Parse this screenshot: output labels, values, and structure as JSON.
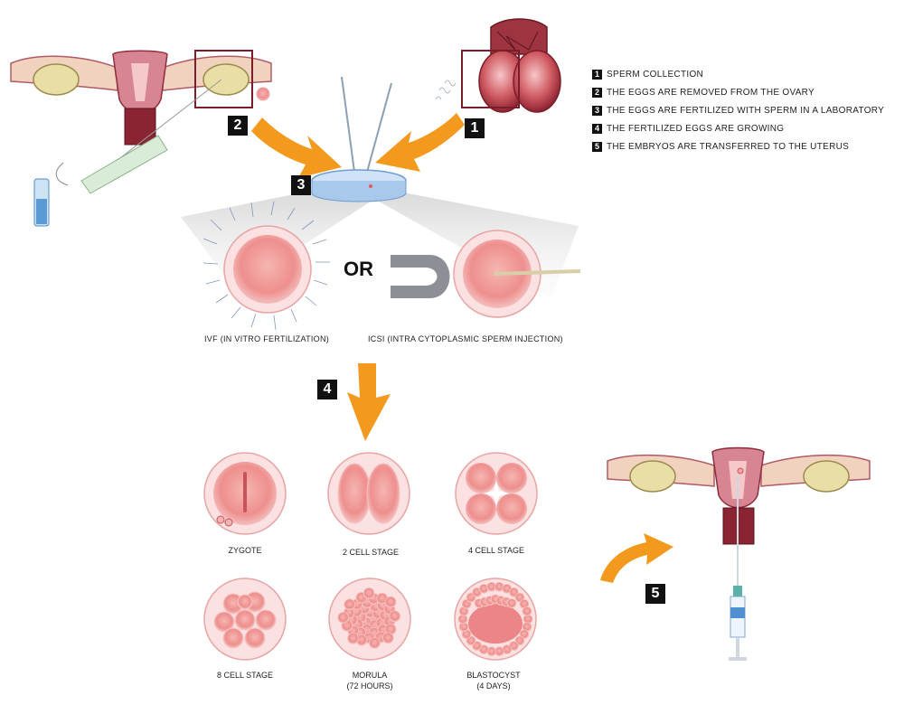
{
  "legend": [
    {
      "num": "1",
      "text": "SPERM COLLECTION"
    },
    {
      "num": "2",
      "text": "THE EGGS ARE REMOVED FROM THE OVARY"
    },
    {
      "num": "3",
      "text": "THE EGGS ARE FERTILIZED WITH SPERM IN A LABORATORY"
    },
    {
      "num": "4",
      "text": "THE FERTILIZED EGGS ARE GROWING"
    },
    {
      "num": "5",
      "text": "THE EMBRYOS  ARE TRANSFERRED TO THE UTERUS"
    }
  ],
  "badges": {
    "b1": "1",
    "b2": "2",
    "b3": "3",
    "b4": "4",
    "b5": "5"
  },
  "or_label": "OR",
  "methods": {
    "ivf": "IVF (IN VITRO FERTILIZATION)",
    "icsi": "ICSI (INTRA CYTOPLASMIC SPERM INJECTION)"
  },
  "stages": {
    "zygote": "ZYGOTE",
    "cell2": "2 CELL STAGE",
    "cell4": "4 CELL STAGE",
    "cell8": "8 CELL STAGE",
    "morula_l1": "MORULA",
    "morula_l2": "(72 HOURS)",
    "blasto_l1": "BLASTOCYST",
    "blasto_l2": "(4 DAYS)"
  },
  "colors": {
    "arrow": "#f39a1e",
    "uterus": "#c9747e",
    "uterus_dark": "#7a1e2a",
    "egg": "#f4a5a5",
    "egg_inner": "#ee8c8c",
    "ovary": "#e9dfa6",
    "dish": "#a9c9ec"
  }
}
